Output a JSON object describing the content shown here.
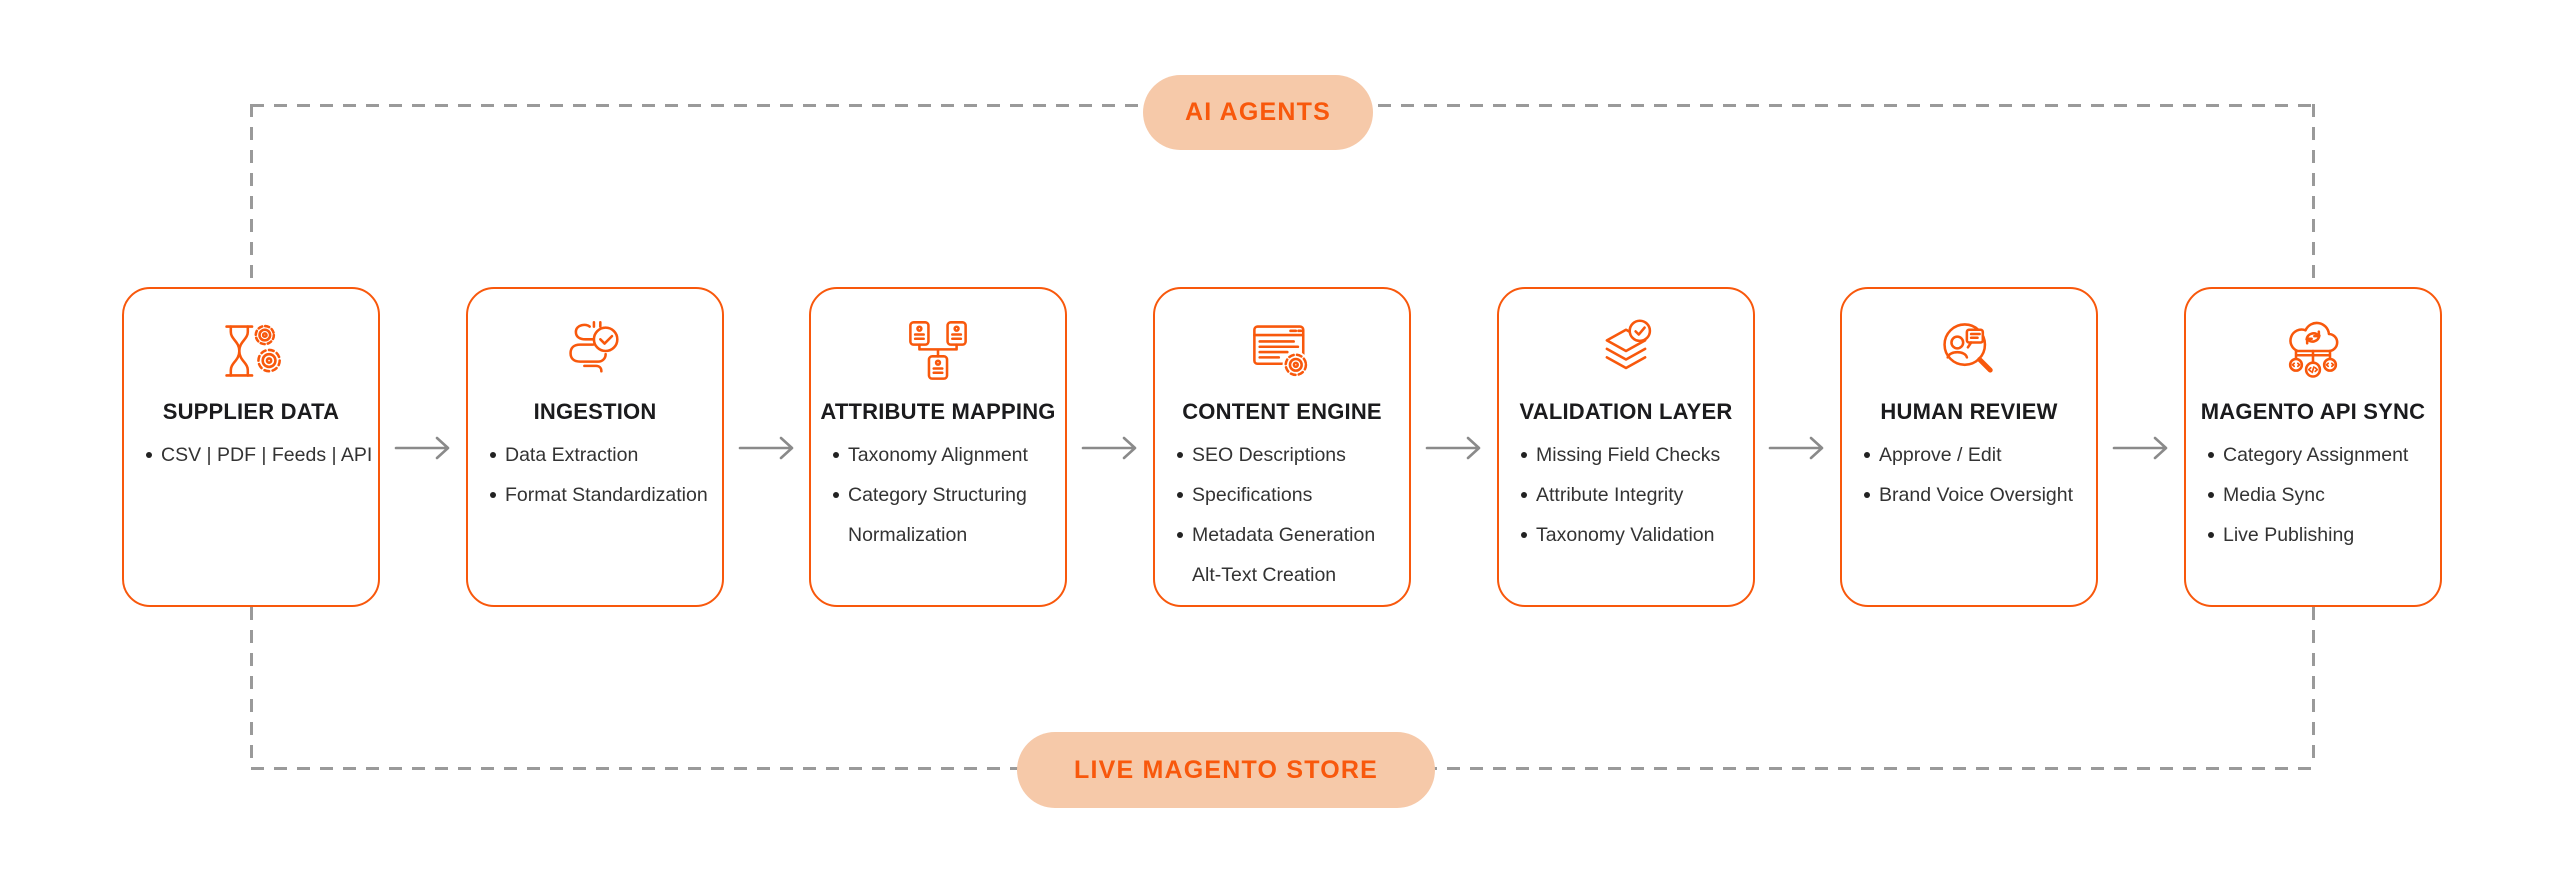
{
  "diagram": {
    "ai_agents_pill": {
      "label": "AI AGENTS"
    },
    "live_store_pill": {
      "label": "LIVE MAGENTO STORE"
    },
    "stages": [
      {
        "title": "SUPPLIER DATA",
        "icon": "hourglass-gears-icon",
        "items": [
          "CSV | PDF | Feeds | API"
        ]
      },
      {
        "title": "INGESTION",
        "icon": "ingestion-check-icon",
        "items": [
          "Data Extraction",
          "Format Standardization"
        ]
      },
      {
        "title": "ATTRIBUTE MAPPING",
        "icon": "mapping-tree-icon",
        "items": [
          "Taxonomy Alignment",
          "Category Structuring\nNormalization"
        ]
      },
      {
        "title": "CONTENT ENGINE",
        "icon": "content-gear-icon",
        "items": [
          "SEO Descriptions",
          "Specifications",
          "Metadata Generation\nAlt-Text Creation"
        ]
      },
      {
        "title": "VALIDATION LAYER",
        "icon": "layers-check-icon",
        "items": [
          "Missing Field Checks",
          "Attribute Integrity",
          "Taxonomy Validation"
        ]
      },
      {
        "title": "HUMAN REVIEW",
        "icon": "review-magnifier-icon",
        "items": [
          "Approve / Edit",
          "Brand Voice Oversight"
        ]
      },
      {
        "title": "MAGENTO API SYNC",
        "icon": "cloud-sync-icon",
        "items": [
          "Category Assignment",
          "Media Sync",
          "Live Publishing"
        ]
      }
    ],
    "colors": {
      "accent_orange": "#F8580C",
      "pill_background": "#F6C9A9",
      "dashed_line": "#9A9A9A",
      "arrow_gray": "#8A8A8A",
      "title_text": "#1B1B1D",
      "body_text": "#333333"
    }
  }
}
